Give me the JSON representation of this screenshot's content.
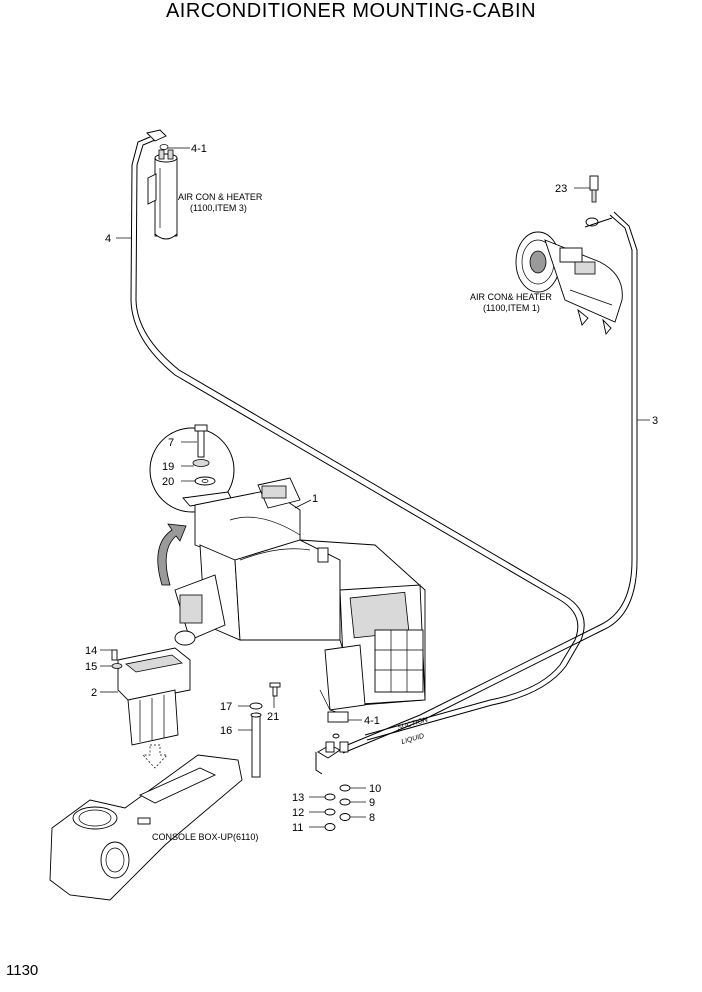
{
  "title": "AIRCONDITIONER MOUNTING-CABIN",
  "page_number": "1130",
  "notes": {
    "receiver_ref": [
      "AIR CON & HEATER",
      "(1100,ITEM 3)"
    ],
    "compressor_ref": [
      "AIR CON& HEATER",
      "(1100,ITEM 1)"
    ],
    "console_ref": "CONSOLE BOX-UP(6110)",
    "suction": "SUCTION",
    "liquid": "LIQUID"
  },
  "callouts": {
    "c4_1_top": "4-1",
    "c4": "4",
    "c23": "23",
    "c3": "3",
    "c7": "7",
    "c19": "19",
    "c20": "20",
    "c1": "1",
    "c14": "14",
    "c15": "15",
    "c2": "2",
    "c17": "17",
    "c21": "21",
    "c16": "16",
    "c4_1_bottom": "4-1",
    "c10": "10",
    "c9": "9",
    "c8": "8",
    "c13": "13",
    "c12": "12",
    "c11": "11"
  }
}
